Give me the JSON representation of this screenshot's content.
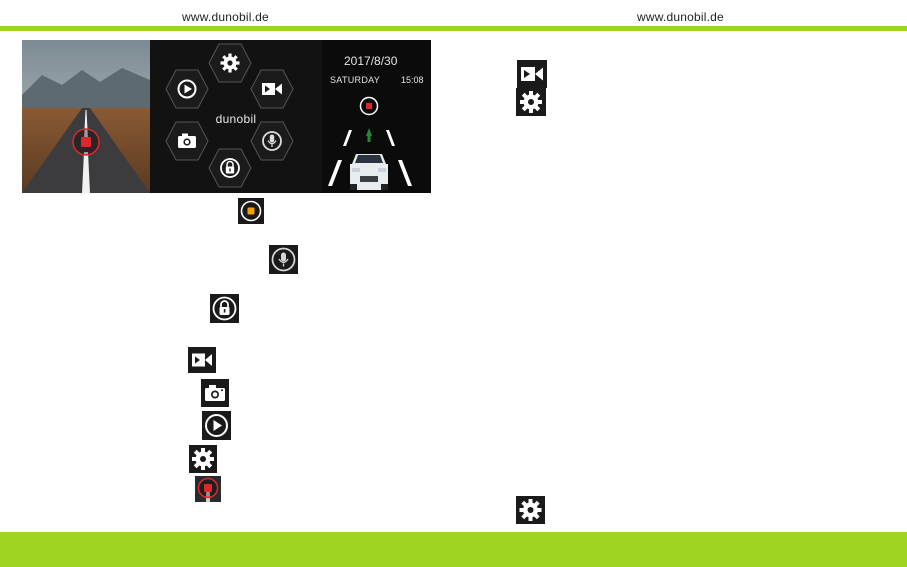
{
  "header": {
    "url_left": "www.dunobil.de",
    "url_right": "www.dunobil.de"
  },
  "screen": {
    "brand": "dunobil",
    "date": "2017/8/30",
    "day": "SATURDAY",
    "time": "15:08"
  },
  "icons": {
    "hex_menu": [
      "gear-icon",
      "play-icon",
      "video-camera-icon",
      "camera-icon",
      "microphone-icon",
      "lock-icon"
    ],
    "left_column": [
      "record-stop-icon",
      "microphone-icon",
      "lock-icon",
      "video-camera-icon",
      "camera-icon",
      "play-icon",
      "gear-icon",
      "record-button-icon"
    ],
    "right_column": [
      "video-camera-icon",
      "gear-icon",
      "gear-icon"
    ]
  },
  "colors": {
    "accent_green": "#9ed523",
    "record_red": "#e0262a",
    "stop_orange": "#f5a000"
  }
}
